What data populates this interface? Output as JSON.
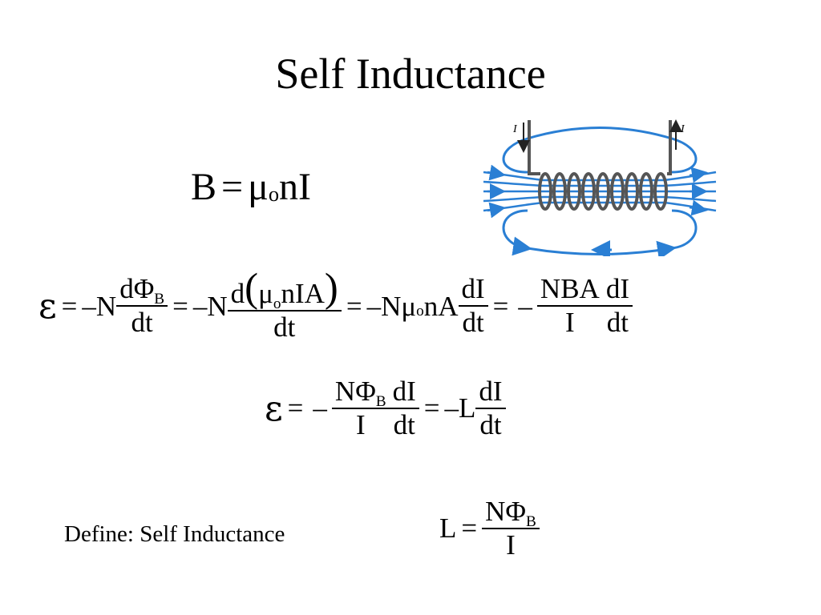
{
  "title": "Self Inductance",
  "definition_label": "Define: Self Inductance",
  "equations": {
    "field": {
      "B": "B",
      "eq": "=",
      "mu": "μ",
      "o": "o",
      "nI": "nI"
    },
    "emf_derivation": {
      "eps": "ε",
      "eq": "=",
      "minus_N": "–N",
      "num1": "dΦ",
      "num1_sub": "B",
      "dt": "dt",
      "d": "d",
      "lparen": "(",
      "mu": "μ",
      "o": "o",
      "nIA": "nIA",
      "rparen": ")",
      "minus_Nmu": "–Nμ",
      "nA": "nA",
      "dI": "dI",
      "minus": "–",
      "NBA": "NBA",
      "I": "I"
    },
    "emf_result": {
      "eps": "ε",
      "eq": "=",
      "minus": "–",
      "NPhi": "NΦ",
      "sub": "B",
      "I": "I",
      "dI": "dI",
      "dt": "dt",
      "minus_L": "–L"
    },
    "definition": {
      "L": "L",
      "eq": "=",
      "NPhi": "NΦ",
      "sub": "B",
      "I": "I"
    }
  },
  "diagram": {
    "current_label_left": "I",
    "current_label_right": "I",
    "field_line_color": "#2a7fd4",
    "coil_color": "#555555"
  }
}
